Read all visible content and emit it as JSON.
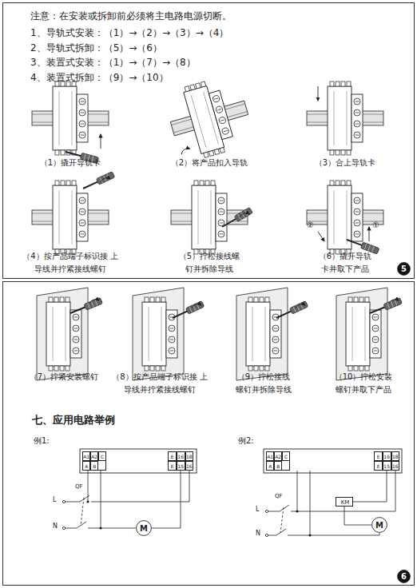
{
  "diagram": {
    "nodes": [
      {
        "text": [
          "5"
        ]
      },
      {
        "text": [
          "A1",
          "A2",
          "C",
          "A",
          "B"
        ]
      },
      {
        "text": [
          "E",
          "16",
          "18",
          "E",
          "15",
          "16"
        ]
      },
      {
        "text": [
          "M"
        ]
      },
      {
        "text": [
          "A1",
          "A2",
          "C",
          "A",
          "B"
        ]
      },
      {
        "text": [
          "E",
          "16",
          "18",
          "E",
          "15",
          "16"
        ]
      },
      {
        "text": [
          "KM"
        ]
      },
      {
        "text": [
          "M"
        ]
      },
      {
        "text": [
          "6"
        ]
      }
    ],
    "edges": [
      {
        "from": 2,
        "to": 3,
        "arrow": "none"
      },
      {
        "from": 5,
        "to": 6,
        "arrow": "none"
      },
      {
        "from": 6,
        "to": 7,
        "arrow": "none"
      }
    ],
    "labels": [
      "注意：在安装或拆卸前必须将主电路电源切断。",
      "1、导轨式安装：（1）→（2）→（3）→（4）",
      "2、导轨式拆卸：（5）→（6）",
      "3、装置式安装：（1）→（7）→（8）",
      "4、装置式拆卸：（9）→（10）",
      "（1）撬开导轨卡",
      "（2）将产品扣入导轨",
      "（3）合上导轨卡",
      "（4）按产品端子标识接 上导线并拧紧接线螺钉",
      "（5）拧松接线螺 钉并拆除导线",
      "（6）撬开导轨 卡并取下产品",
      "②",
      "①",
      "（7）拧紧安装螺钉",
      "（8）按产品端子标识接 上导线并拧紧接线螺钉",
      "（9）拧松接线 螺钉并拆除导线",
      "（10）拧松安装 螺钉并取下产品",
      "七、应用电路举例",
      "例1:",
      "QF",
      "L",
      "N",
      "例2:",
      "QF",
      "L",
      "N"
    ]
  }
}
